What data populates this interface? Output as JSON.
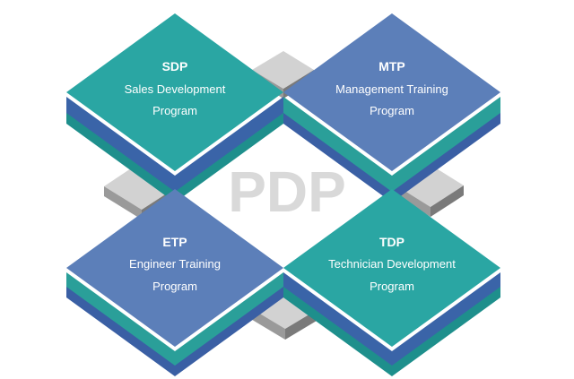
{
  "center_label": "PDP",
  "programs": [
    {
      "id": "sdp",
      "abbr": "SDP",
      "line1": "Sales Development",
      "line2": "Program",
      "color": "#2aa6a3",
      "layer1": "#3a64a8",
      "layer2": "#1e8f8c"
    },
    {
      "id": "mtp",
      "abbr": "MTP",
      "line1": "Management Training",
      "line2": "Program",
      "color": "#5c7fb9",
      "layer1": "#2a9f99",
      "layer2": "#3a5fa4"
    },
    {
      "id": "etp",
      "abbr": "ETP",
      "line1": "Engineer Training",
      "line2": "Program",
      "color": "#5c7fb9",
      "layer1": "#2a9f99",
      "layer2": "#3a5fa4"
    },
    {
      "id": "tdp",
      "abbr": "TDP",
      "line1": "Technician Development",
      "line2": "Program",
      "color": "#2aa6a3",
      "layer1": "#3a64a8",
      "layer2": "#1e8f8c"
    }
  ],
  "connector_color": "#c9c9c9"
}
